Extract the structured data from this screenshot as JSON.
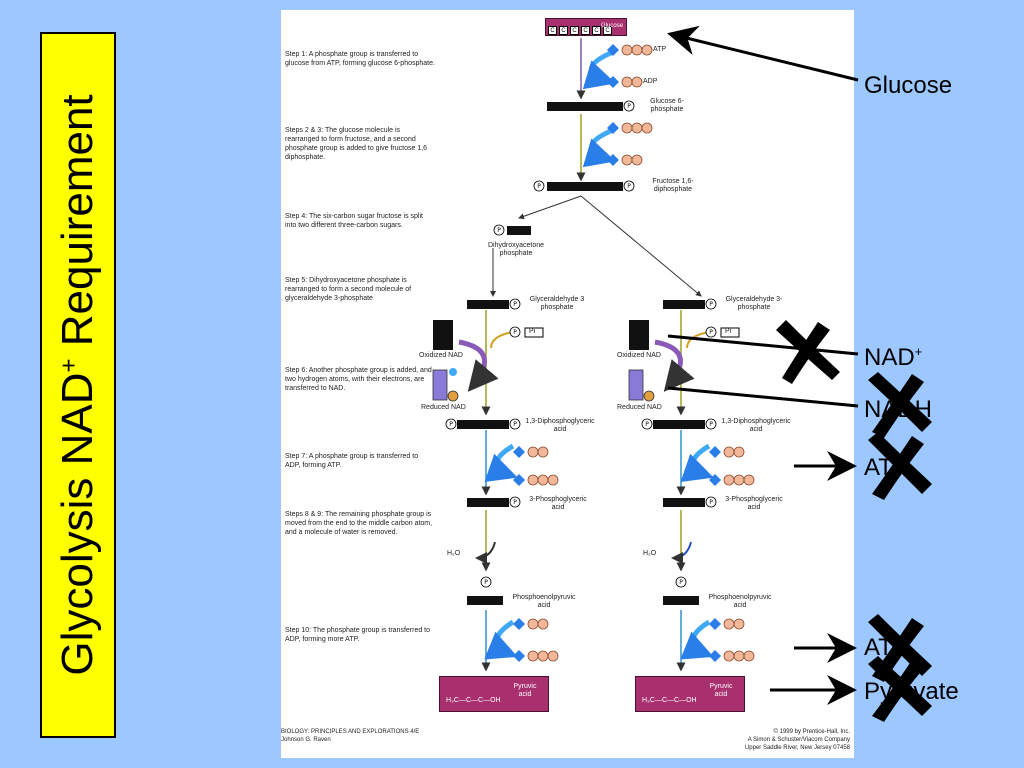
{
  "title": "Glycolysis NAD",
  "title_sup": "+",
  "title_tail": " Requirement",
  "steps": [
    "Step 1:  A phosphate group is transferred to glucose from ATP, forming glucose 6-phosphate.",
    "Steps 2 & 3:  The glucose molecule is rearranged to form fructose, and a second phosphate group is added to give fructose 1,6 diphosphate.",
    "Step 4:  The six-carbon sugar fructose is split into two different three-carbon sugars.",
    "Step 5:  Dihydroxyacetone phosphate is rearranged to form a second molecule of glyceraldehyde 3-phosphate",
    "Step 6:  Another phosphate group is added, and two hydrogen atoms, with their electrons, are transferred to NAD.",
    "Step 7:  A phosphate group is transferred to ADP, forming ATP.",
    "Steps 8 & 9:  The remaining phosphate group is moved from the end to the middle carbon atom, and a molecule of water is removed.",
    "Step 10:  The phosphate group is transferred to ADP, forming more ATP."
  ],
  "molecules": {
    "glucose": "Glucose",
    "atp": "ATP",
    "adp": "ADP",
    "g6p": "Glucose 6-phosphate",
    "f16": "Fructose 1,6-diphosphate",
    "dhap": "Dihydroxyacetone phosphate",
    "g3p_left": "Glyceraldehyde 3 phosphate",
    "g3p_right": "Glyceraldehyde 3-phosphate",
    "oxidized_nad": "Oxidized NAD",
    "reduced_nad": "Reduced NAD",
    "dpg": "1,3-Diphosphoglyceric acid",
    "pg3": "3-Phosphoglyceric acid",
    "water": "H₂O",
    "pep": "Phosphoenolpyruvic acid",
    "pyruvic": "Pyruvic acid",
    "pyr_formula": "H₃C—C—C—OH",
    "pi": "Pi"
  },
  "footer": {
    "left_1": "BIOLOGY: PRINCIPLES AND EXPLORATIONS 4/E",
    "left_2": "Johnson G. Raven",
    "right_1": "© 1999 by Prentice-Hall, Inc.",
    "right_2": "A Simon & Schuster/Viacom Company",
    "right_3": "Upper Saddle River, New Jersey 07458"
  },
  "callouts": {
    "glucose": "Glucose",
    "nad": "NAD",
    "nad_sup": "+",
    "nadh": "NADH",
    "atp1": "ATP",
    "atp2": "ATP",
    "pyruvate": "Pyruvate"
  },
  "colors": {
    "background": "#9cc8ff",
    "title_box": "#ffff00",
    "pyruvate_box": "#a8306e",
    "phosphate": "#f0b898",
    "adenine": "#2a7ee8",
    "cross": "#000000"
  }
}
